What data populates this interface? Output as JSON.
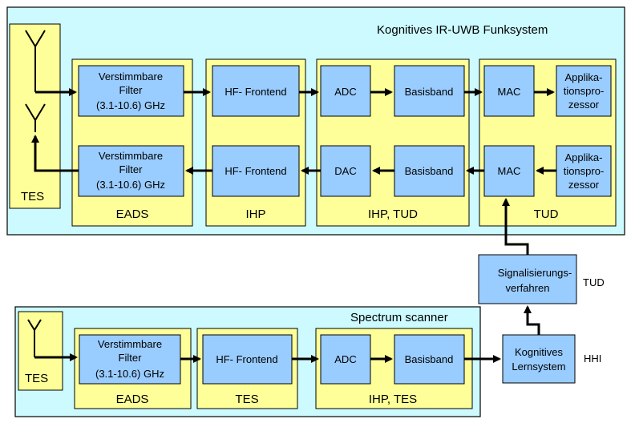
{
  "colors": {
    "outer_bg": "#ccfaff",
    "group_bg": "#ffff99",
    "block_bg": "#99ccff",
    "border": "#000000",
    "arrow": "#000000"
  },
  "top_system": {
    "title": "Kognitives IR-UWB Funksystem",
    "tes_label": "TES",
    "groups": {
      "eads": "EADS",
      "ihp": "IHP",
      "ihp_tud": "IHP, TUD",
      "tud": "TUD"
    },
    "rx": {
      "filter": [
        "Verstimmbare",
        "Filter",
        "(3.1-10.6) GHz"
      ],
      "frontend": "HF- Frontend",
      "converter": "ADC",
      "baseband": "Basisband",
      "mac": "MAC",
      "processor": [
        "Applika-",
        "tionspro-",
        "zessor"
      ]
    },
    "tx": {
      "filter": [
        "Verstimmbare",
        "Filter",
        "(3.1-10.6) GHz"
      ],
      "frontend": "HF- Frontend",
      "converter": "DAC",
      "baseband": "Basisband",
      "mac": "MAC",
      "processor": [
        "Applika-",
        "tionspro-",
        "zessor"
      ]
    }
  },
  "signaling": {
    "block": [
      "Signalisierungs-",
      "verfahren"
    ],
    "owner": "TUD"
  },
  "learning": {
    "block": [
      "Kognitives",
      "Lernsystem"
    ],
    "owner": "HHI"
  },
  "scanner": {
    "title": "Spectrum scanner",
    "tes_label": "TES",
    "groups": {
      "eads": "EADS",
      "tes": "TES",
      "ihp_tes": "IHP, TES"
    },
    "filter": [
      "Verstimmbare",
      "Filter",
      "(3.1-10.6) GHz"
    ],
    "frontend": "HF- Frontend",
    "converter": "ADC",
    "baseband": "Basisband"
  }
}
